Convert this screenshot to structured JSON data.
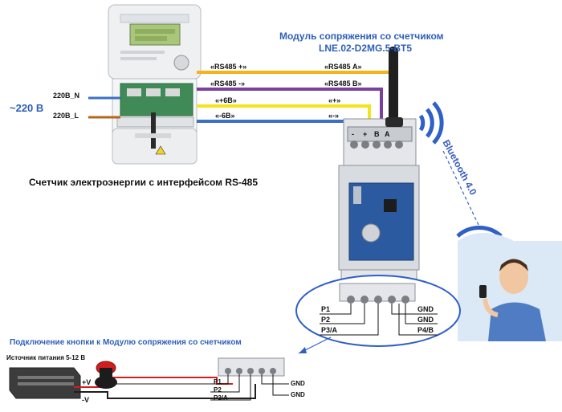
{
  "title": {
    "line1": "Модуль сопряжения со счетчиком",
    "line2": "LNE.02-D2MG.5-BT5"
  },
  "meter_caption": "Счетчик электроэнергии с интерфейсом RS-485",
  "voltage_label": "~220 В",
  "meter_inputs": {
    "n": "220В_N",
    "l": "220В_L"
  },
  "wires_left": [
    "«RS485 +»",
    "«RS485 -»",
    "«+6В»",
    "«-6В»"
  ],
  "wires_right": [
    "«RS485 А»",
    "«RS485 В»",
    "«+»",
    "«-»"
  ],
  "module_terminals": [
    "-",
    "+",
    "B",
    "A"
  ],
  "bluetooth_label": "Bluetooth 4.0",
  "zoom_terminals": {
    "left": [
      "P1",
      "P2",
      "P3/A"
    ],
    "right": [
      "GND",
      "GND",
      "P4/B"
    ]
  },
  "button_section": {
    "title": "Подключение кнопки к Модулю сопряжения со счетчиком",
    "psu_label": "Источник питания 5-12 В",
    "plus_v": "+V",
    "minus_v": "-V",
    "terminals_left": [
      "P1",
      "P2",
      "P3/A"
    ],
    "terminals_right": [
      "GND",
      "GND"
    ]
  },
  "colors": {
    "title_blue": "#2e5fb8",
    "wire_orange": "#f6b31a",
    "wire_purple": "#7b3fa0",
    "wire_yellow": "#f2e51e",
    "wire_blue": "#3c6fc6",
    "wire_brown": "#b5651d",
    "wire_red": "#d11f1f",
    "bluetooth_blue": "#3a5fc0"
  }
}
